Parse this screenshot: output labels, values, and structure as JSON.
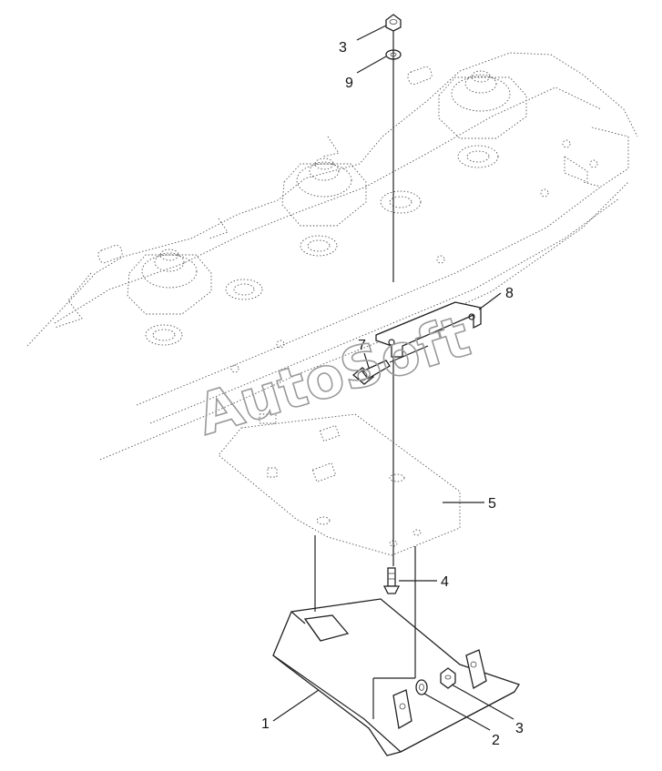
{
  "diagram": {
    "watermark": "AutoSoft",
    "callouts": [
      {
        "id": "c3-top",
        "label": "3"
      },
      {
        "id": "c9",
        "label": "9"
      },
      {
        "id": "c8",
        "label": "8"
      },
      {
        "id": "c7",
        "label": "7"
      },
      {
        "id": "c5",
        "label": "5"
      },
      {
        "id": "c4",
        "label": "4"
      },
      {
        "id": "c1",
        "label": "1"
      },
      {
        "id": "c2",
        "label": "2"
      },
      {
        "id": "c3-bottom",
        "label": "3"
      }
    ]
  }
}
